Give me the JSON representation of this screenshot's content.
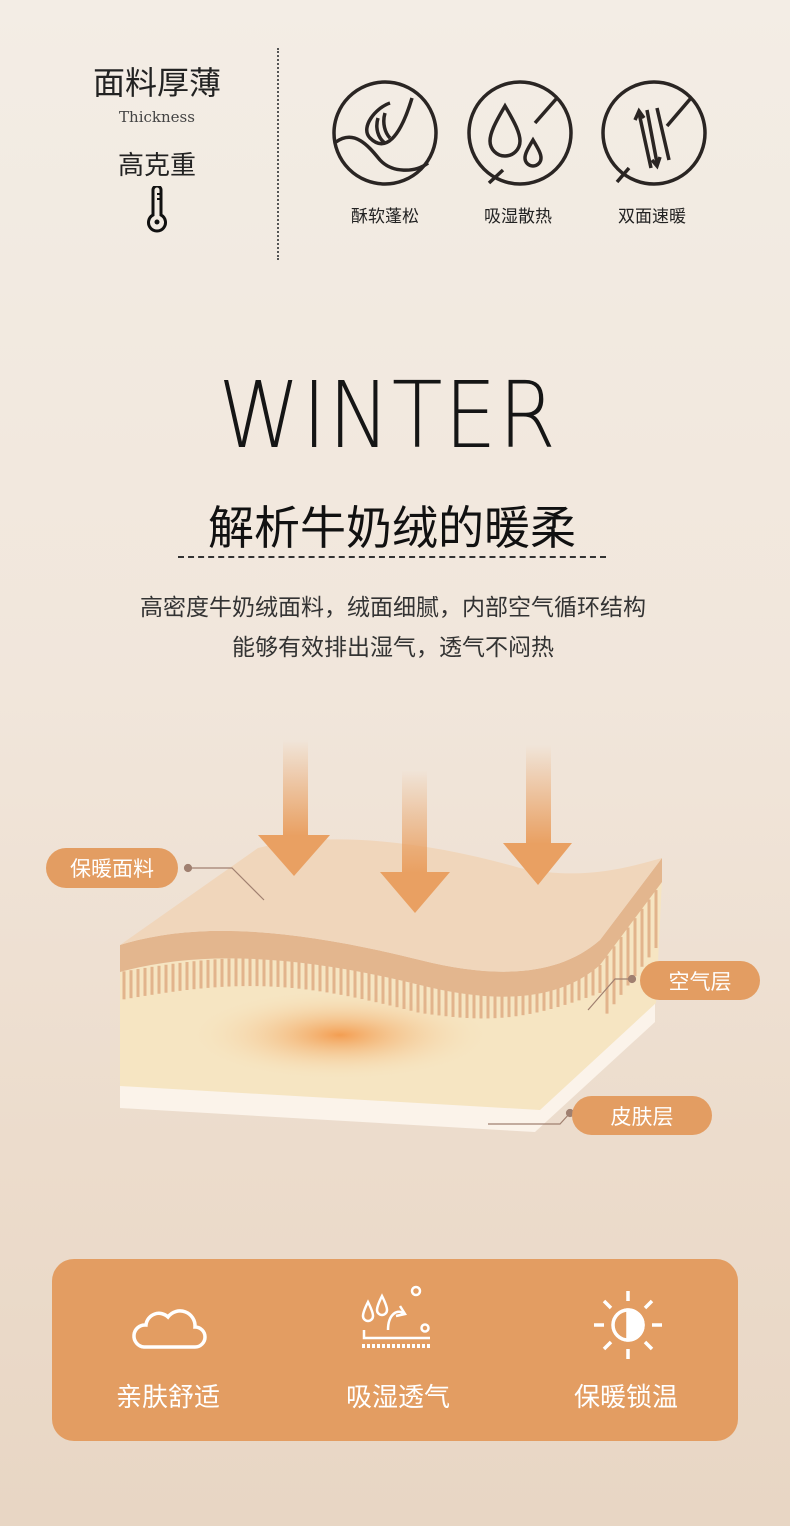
{
  "spec": {
    "title": "面料厚薄",
    "subtitle": "Thickness",
    "value": "高克重",
    "icon": "thermometer-icon"
  },
  "features_top": [
    {
      "label": "酥软蓬松",
      "icon": "feather-soft-icon"
    },
    {
      "label": "吸湿散热",
      "icon": "water-drops-icon"
    },
    {
      "label": "双面速暖",
      "icon": "two-way-arrows-icon"
    }
  ],
  "logo": "WINTER",
  "heading": "解析牛奶绒的暖柔",
  "description": [
    "高密度牛奶绒面料，绒面细腻，内部空气循环结构",
    "能够有效排出湿气，透气不闷热"
  ],
  "diagram": {
    "labels": {
      "fabric": "保暖面料",
      "air": "空气层",
      "skin": "皮肤层"
    }
  },
  "features_bottom": [
    {
      "label": "亲肤舒适",
      "icon": "cloud-icon"
    },
    {
      "label": "吸湿透气",
      "icon": "moisture-wicking-icon"
    },
    {
      "label": "保暖锁温",
      "icon": "sun-icon"
    }
  ],
  "colors": {
    "accent": "#e39d62",
    "text": "#222222",
    "background": "#f1e6db"
  }
}
